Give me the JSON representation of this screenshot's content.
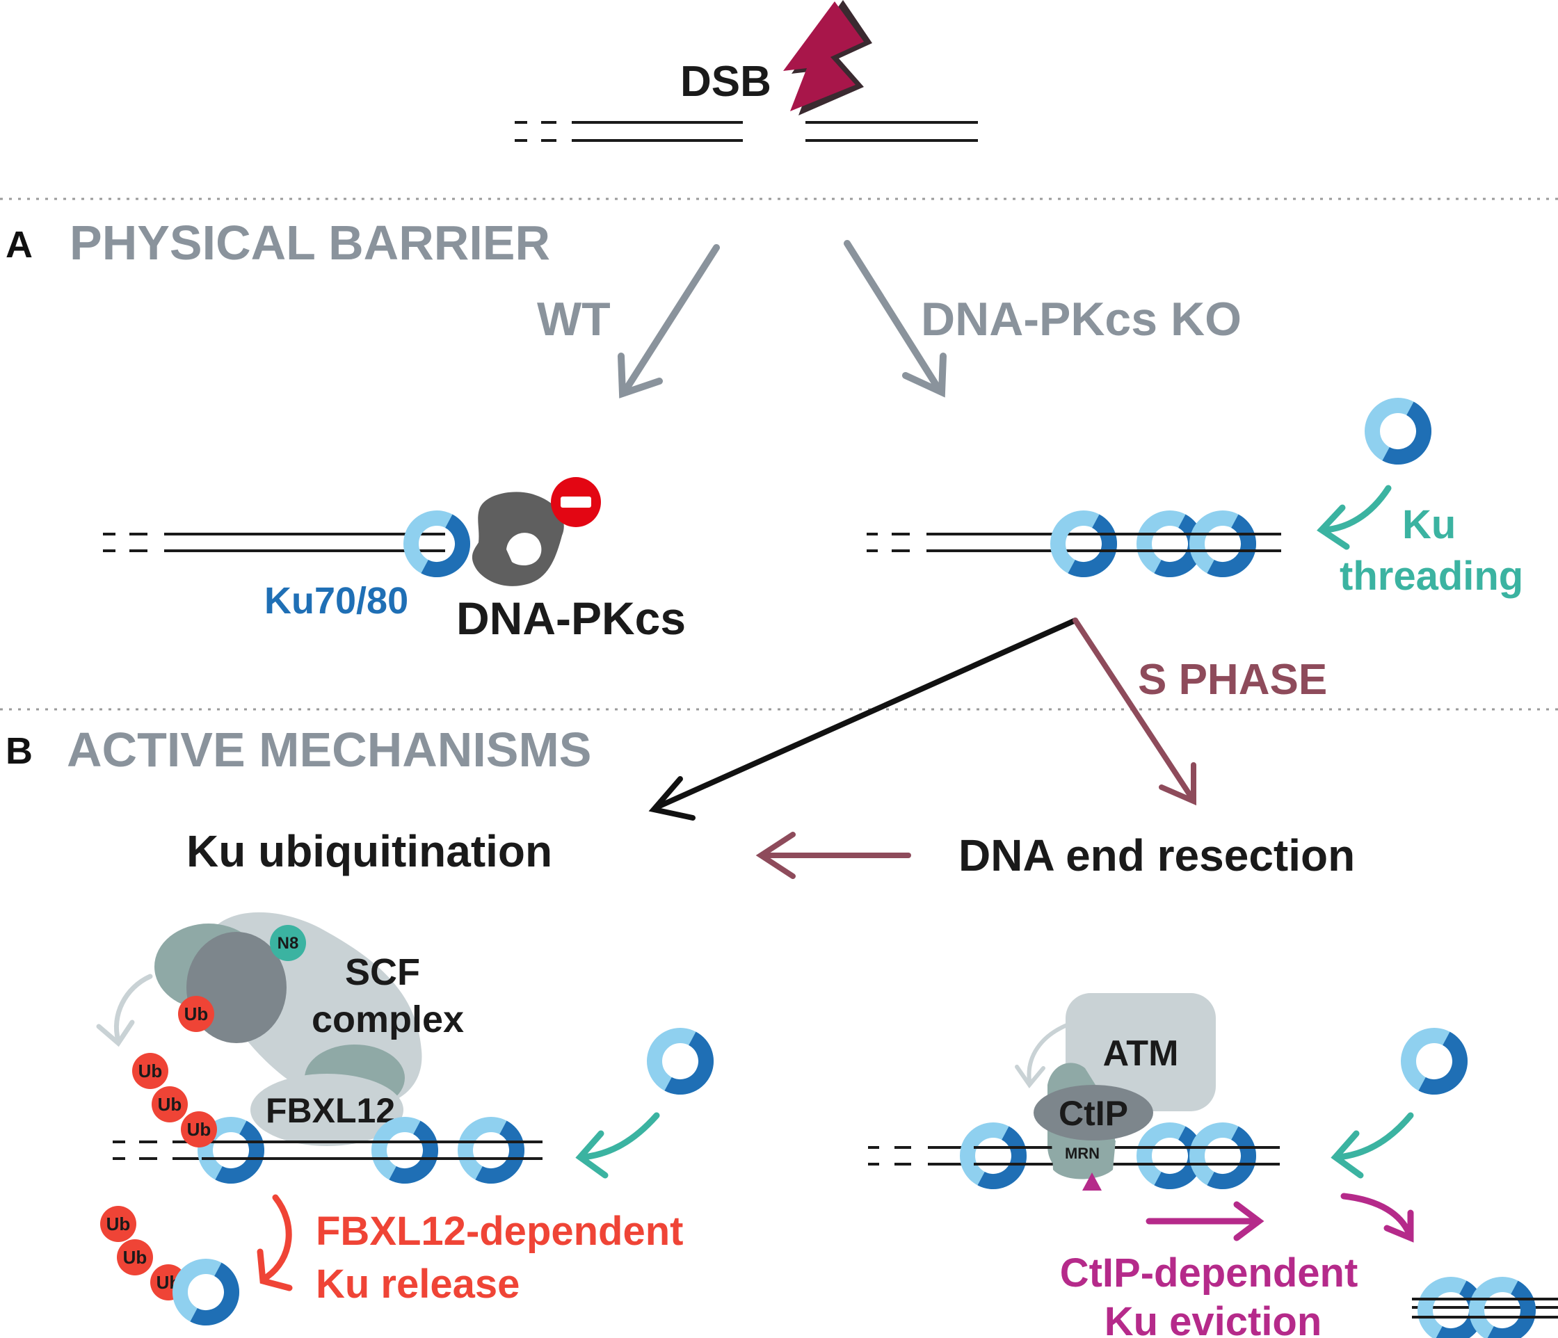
{
  "labels": {
    "dsb": "DSB",
    "panel_a": "A",
    "physical_barrier": "PHYSICAL BARRIER",
    "wt": "WT",
    "dnapkcs_ko": "DNA-PKcs KO",
    "ku7080": "Ku70/80",
    "dnapkcs": "DNA-PKcs",
    "ku_threading_1": "Ku",
    "ku_threading_2": "threading",
    "s_phase": "S PHASE",
    "panel_b": "B",
    "active_mechanisms": "ACTIVE MECHANISMS",
    "ku_ubiquitination": "Ku ubiquitination",
    "dna_end_resection": "DNA end resection",
    "n8": "N8",
    "scf_1": "SCF",
    "scf_2": "complex",
    "ub": "Ub",
    "fbxl12": "FBXL12",
    "fbxl12_release_1": "FBXL12-dependent",
    "fbxl12_release_2": "Ku release",
    "atm": "ATM",
    "ctip": "CtIP",
    "mrn": "MRN",
    "ctip_eviction_1": "CtIP-dependent",
    "ctip_eviction_2": "Ku eviction"
  },
  "colors": {
    "gray_heading": "#8a939c",
    "ku_light": "#8fd0ef",
    "ku_dark": "#1f6fb5",
    "dnapkcs": "#5f5f5f",
    "inhibit": "#e30613",
    "teal": "#3bb3a1",
    "s_phase": "#8e4b5b",
    "red": "#ef4436",
    "magenta": "#b52a8a",
    "bolt": "#a8164a",
    "bolt_shadow": "#3a2a30"
  }
}
